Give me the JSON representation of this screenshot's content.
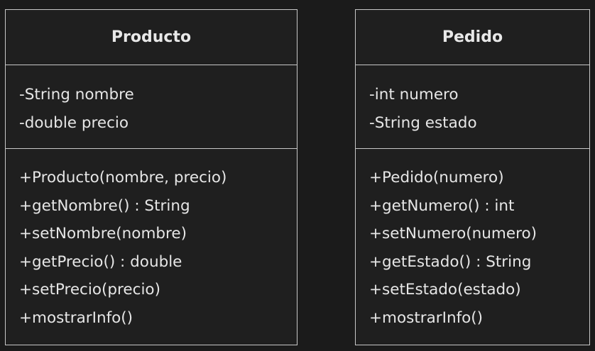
{
  "classes": [
    {
      "name": "Producto",
      "attributes": [
        "-String nombre",
        "-double precio"
      ],
      "methods": [
        "+Producto(nombre, precio)",
        "+getNombre() : String",
        "+setNombre(nombre)",
        "+getPrecio() : double",
        "+setPrecio(precio)",
        "+mostrarInfo()"
      ]
    },
    {
      "name": "Pedido",
      "attributes": [
        "-int numero",
        "-String estado"
      ],
      "methods": [
        "+Pedido(numero)",
        "+getNumero() : int",
        "+setNumero(numero)",
        "+getEstado() : String",
        "+setEstado(estado)",
        "+mostrarInfo()"
      ]
    }
  ]
}
